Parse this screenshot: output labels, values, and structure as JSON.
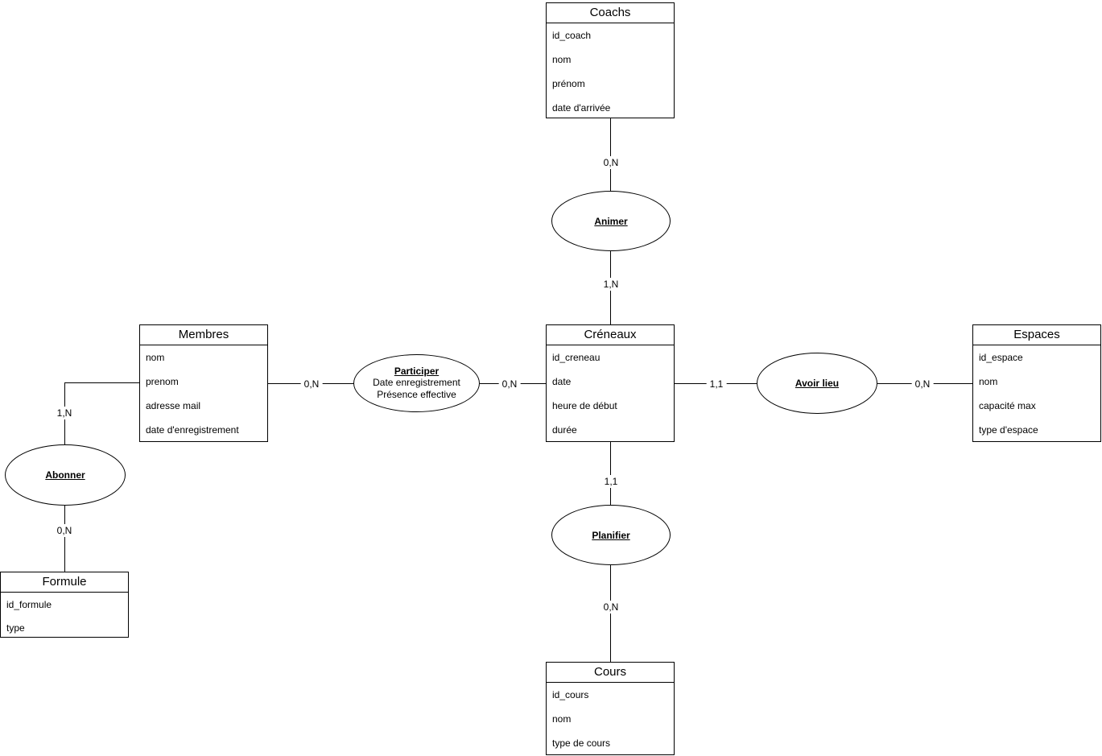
{
  "diagram": {
    "type": "entity-relationship",
    "colors": {
      "line": "#000000",
      "background": "#ffffff",
      "text": "#000000"
    },
    "entities": [
      {
        "title": "Coachs",
        "attributes": [
          "id_coach",
          "nom",
          "prénom",
          "date d'arrivée"
        ]
      },
      {
        "title": "Membres",
        "attributes": [
          "nom",
          "prenom",
          "adresse mail",
          "date d'enregistrement"
        ]
      },
      {
        "title": "Créneaux",
        "attributes": [
          "id_creneau",
          "date",
          "heure de début",
          "durée"
        ]
      },
      {
        "title": "Espaces",
        "attributes": [
          "id_espace",
          "nom",
          "capacité max",
          "type d'espace"
        ]
      },
      {
        "title": "Cours",
        "attributes": [
          "id_cours",
          "nom",
          "type de cours"
        ]
      },
      {
        "title": "Formule",
        "attributes": [
          "id_formule",
          "type"
        ]
      }
    ],
    "relationships": [
      {
        "name": "Animer",
        "attributes": []
      },
      {
        "name": "Participer",
        "attributes": [
          "Date enregistrement",
          "Présence effective"
        ]
      },
      {
        "name": "Avoir lieu",
        "attributes": []
      },
      {
        "name": "Planifier",
        "attributes": []
      },
      {
        "name": "Abonner",
        "attributes": []
      }
    ],
    "cardinalities": [
      {
        "between": "Coachs-Animer",
        "label": "0,N"
      },
      {
        "between": "Animer-Créneaux",
        "label": "1,N"
      },
      {
        "between": "Membres-Participer",
        "label": "0,N"
      },
      {
        "between": "Participer-Créneaux",
        "label": "0,N"
      },
      {
        "between": "Créneaux-AvoirLieu",
        "label": "1,1"
      },
      {
        "between": "AvoirLieu-Espaces",
        "label": "0,N"
      },
      {
        "between": "Créneaux-Planifier",
        "label": "1,1"
      },
      {
        "between": "Planifier-Cours",
        "label": "0,N"
      },
      {
        "between": "Membres-Abonner",
        "label": "1,N"
      },
      {
        "between": "Abonner-Formule",
        "label": "0,N"
      }
    ]
  }
}
